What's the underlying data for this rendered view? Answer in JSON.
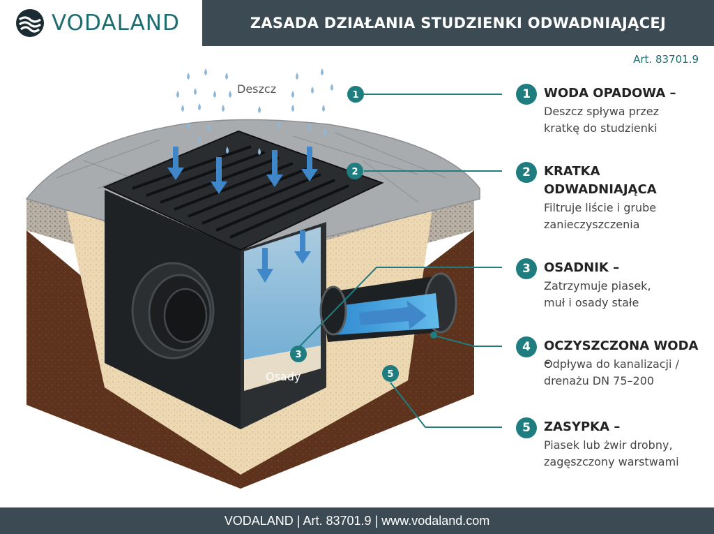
{
  "brand": {
    "name": "VODALAND"
  },
  "header": {
    "title": "ZASADA DZIAŁANIA STUDZIENKI ODWADNIAJĄCEJ"
  },
  "article_top": "Art. 83701.9",
  "diagram_labels": {
    "rain": "Deszcz",
    "sediment": "Osady"
  },
  "markers": [
    "1",
    "2",
    "3",
    "4",
    "5"
  ],
  "callouts": [
    {
      "number": "1",
      "title": "WODA OPADOWA –",
      "lines": [
        "Deszcz spływa przez",
        "kratkę do studzienki"
      ]
    },
    {
      "number": "2",
      "title": "KRATKA ODWADNIAJĄCA",
      "title_lines": [
        "KRATKA",
        "ODWADNIAJĄCA"
      ],
      "lines": [
        "Filtruje liście i grube",
        "zanieczyszczenia"
      ]
    },
    {
      "number": "3",
      "title": "OSADNIK –",
      "lines": [
        "Zatrzymuje piasek,",
        "muł i osady stałe"
      ]
    },
    {
      "number": "4",
      "title": "OCZYSZCZONA WODA –",
      "lines": [
        "Odpływa do kanalizacji /",
        "drenażu DN 75–200"
      ]
    },
    {
      "number": "5",
      "title": "ZASYPKA –",
      "lines": [
        "Piasek lub żwir drobny,",
        "zagęszczony warstwami"
      ]
    }
  ],
  "footer": {
    "text": "VODALAND | Art. 83701.9 | www.vodaland.com"
  },
  "colors": {
    "teal": "#1f7d80",
    "header_dark": "#3b4a53",
    "brand_teal": "#1f6c6f",
    "water_blue": "#4aa8e6"
  }
}
